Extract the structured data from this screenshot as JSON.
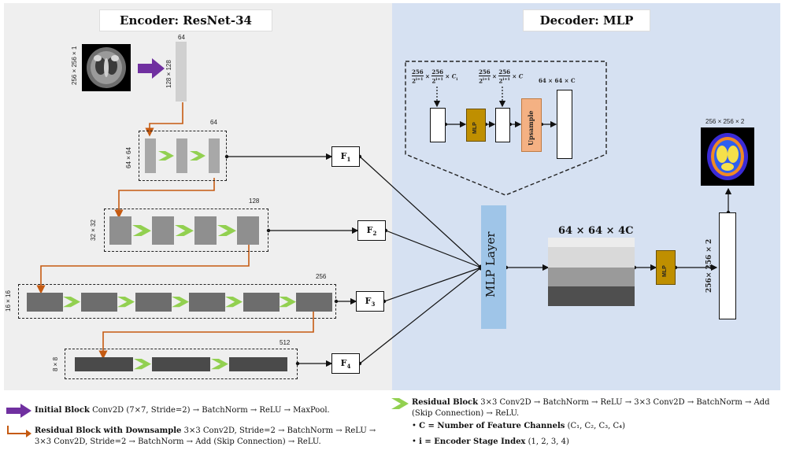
{
  "colors": {
    "encoder_bg": "#efefef",
    "decoder_bg": "#d6e1f2",
    "mlp_layer": "#9fc5e8",
    "mlp_block": "#bf8f00",
    "upsample": "#f4b183",
    "residual_arrow": "#92d050",
    "initial_arrow": "#7030a0",
    "downsample_arrow": "#c55a11"
  },
  "encoder": {
    "title": "Encoder: ResNet-34",
    "input_dim": "256 × 256 × 1",
    "initial": {
      "channels": "64",
      "dim": "128 × 128"
    },
    "stage1": {
      "channels": "64",
      "dim": "64 × 64"
    },
    "stage2": {
      "channels": "128",
      "dim": "32 × 32"
    },
    "stage3": {
      "channels": "256",
      "dim": "16 × 16"
    },
    "stage4": {
      "channels": "512",
      "dim": "8 × 8"
    },
    "features": [
      {
        "main": "F",
        "sub": "1"
      },
      {
        "main": "F",
        "sub": "2"
      },
      {
        "main": "F",
        "sub": "3"
      },
      {
        "main": "F",
        "sub": "4"
      }
    ]
  },
  "decoder": {
    "title": "Decoder: MLP",
    "detail": {
      "in_top": "256",
      "in_bot": "2",
      "in_exp": "i+1",
      "in_ch_main": "C",
      "in_ch_sub": "i",
      "mid_ch": "C",
      "out_label": "64 × 64 × C",
      "mlp_label": "MLP",
      "upsample_label": "Upsample"
    },
    "mlp_layer_label": "MLP Layer",
    "concat_label": "64 × 64 × 4C",
    "mlp_label": "MLP",
    "output_dim": "256× 256 × 2",
    "output_image_dim": "256 × 256 × 2"
  },
  "legend": {
    "initial_title": "Initial Block",
    "initial_text": "Conv2D (7×7, Stride=2) → BatchNorm → ReLU → MaxPool.",
    "down_title": "Residual Block with Downsample",
    "down_text": "3×3 Conv2D, Stride=2 → BatchNorm → ReLU → 3×3 Conv2D, Stride=2 → BatchNorm → Add (Skip Connection) → ReLU.",
    "res_title": "Residual Block",
    "res_text": "3×3 Conv2D → BatchNorm → ReLU → 3×3 Conv2D → BatchNorm → Add (Skip Connection) → ReLU.",
    "c_def": "C = Number of Feature Channels",
    "c_list": "(C₁, C₂, C₃, C₄)",
    "i_def": "i = Encoder Stage Index",
    "i_list": "(1, 2, 3, 4)"
  }
}
